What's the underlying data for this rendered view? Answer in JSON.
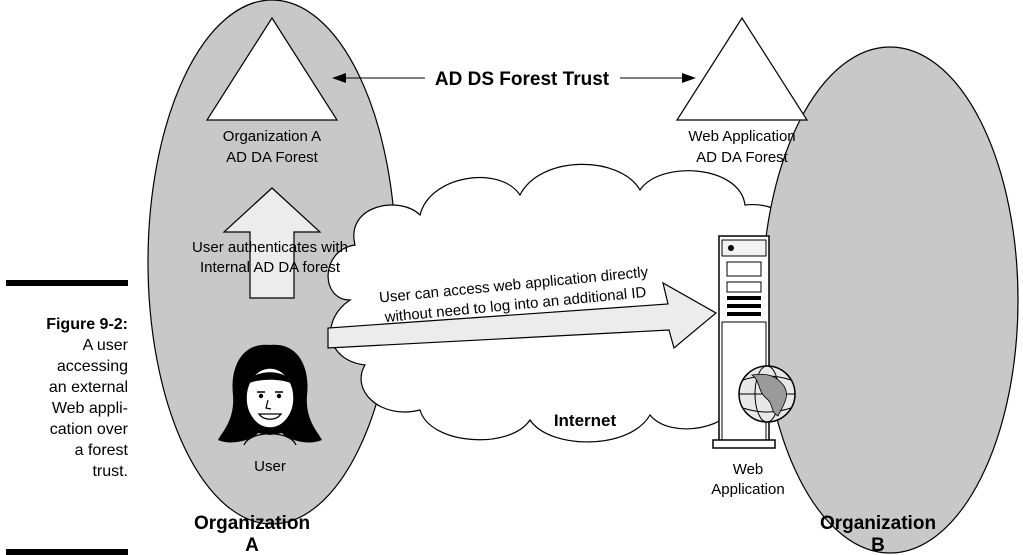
{
  "figure": {
    "label": "Figure 9-2:",
    "caption": "A user\naccessing\nan external\nWeb appli-\ncation over\na forest\ntrust."
  },
  "diagram": {
    "trust_label": "AD DS Forest Trust",
    "forest_a_line1": "Organization A",
    "forest_a_line2": "AD DA Forest",
    "forest_b_line1": "Web Application",
    "forest_b_line2": "AD DA Forest",
    "auth_line1": "User authenticates with",
    "auth_line2": "Internal AD DA forest",
    "access_line1": "User can access web application directly",
    "access_line2": "without need to log into an additional ID",
    "internet_label": "Internet",
    "user_label": "User",
    "webapp_line1": "Web",
    "webapp_line2": "Application",
    "org_a_line1": "Organization",
    "org_a_line2": "A",
    "org_b_line1": "Organization",
    "org_b_line2": "B"
  },
  "colors": {
    "organization_fill": "#c8c8c8",
    "cloud_fill": "#ffffff",
    "arrow_fill": "#ececec",
    "outline": "#000000"
  }
}
